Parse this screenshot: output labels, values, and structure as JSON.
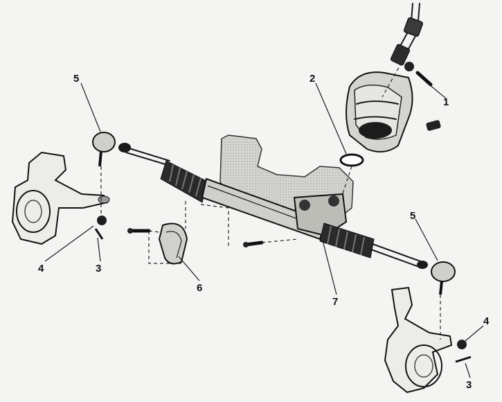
{
  "diagram": {
    "callouts": [
      {
        "id": "c1",
        "label": "1"
      },
      {
        "id": "c2",
        "label": "2"
      },
      {
        "id": "c3a",
        "label": "3"
      },
      {
        "id": "c3b",
        "label": "3"
      },
      {
        "id": "c4a",
        "label": "4"
      },
      {
        "id": "c4b",
        "label": "4"
      },
      {
        "id": "c5a",
        "label": "5"
      },
      {
        "id": "c5b",
        "label": "5"
      },
      {
        "id": "c6",
        "label": "6"
      },
      {
        "id": "c7",
        "label": "7"
      }
    ]
  }
}
